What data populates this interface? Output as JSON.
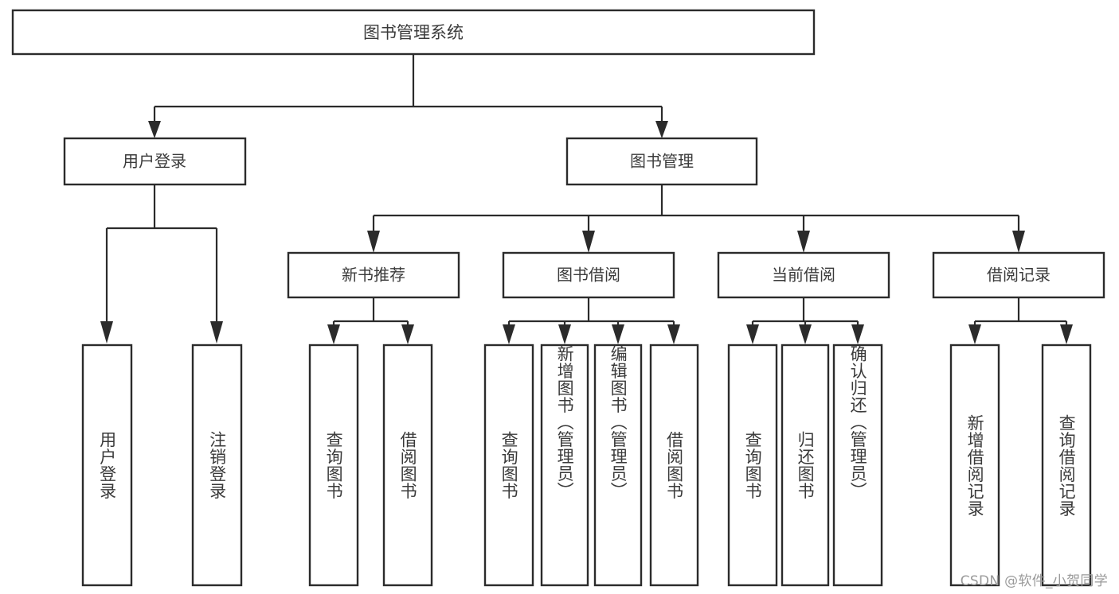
{
  "diagram": {
    "title": "图书管理系统",
    "type": "tree-hierarchy-diagram",
    "theme": {
      "background": "#ffffff",
      "box_stroke": "#2b2b2b",
      "box_fill": "#ffffff",
      "text_color": "#3a3a3a",
      "watermark_color": "#9a9a9a"
    },
    "root": {
      "label": "图书管理系统"
    },
    "level2": [
      {
        "label": "用户登录"
      },
      {
        "label": "图书管理"
      }
    ],
    "level3": [
      {
        "label": "新书推荐"
      },
      {
        "label": "图书借阅"
      },
      {
        "label": "当前借阅"
      },
      {
        "label": "借阅记录"
      }
    ],
    "leaves": {
      "user_login": [
        {
          "label": "用户登录"
        },
        {
          "label": "注销登录"
        }
      ],
      "new_book_recommend": [
        {
          "label": "查询图书"
        },
        {
          "label": "借阅图书"
        }
      ],
      "book_borrow": [
        {
          "label": "查询图书"
        },
        {
          "label": "新增图书（管理员）"
        },
        {
          "label": "编辑图书（管理员）"
        },
        {
          "label": "借阅图书"
        }
      ],
      "current_borrow": [
        {
          "label": "查询图书"
        },
        {
          "label": "归还图书"
        },
        {
          "label": "确认归还（管理员）"
        }
      ],
      "borrow_records": [
        {
          "label": "新增借阅记录"
        },
        {
          "label": "查询借阅记录"
        }
      ]
    }
  },
  "watermark": {
    "text": "CSDN @软件_小贺同学"
  }
}
